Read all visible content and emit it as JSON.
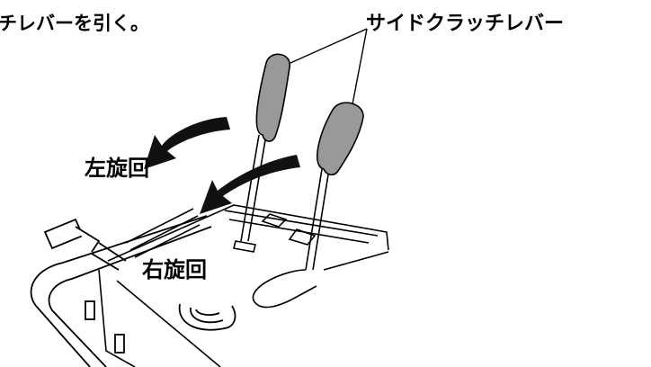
{
  "labels": {
    "top_left": "チレバーを引く。",
    "top_right": "サイドクラッチレバー",
    "left_turn": "左旋回",
    "right_turn": "右旋回"
  },
  "colors": {
    "ink": "#000000",
    "background": "#ffffff"
  }
}
